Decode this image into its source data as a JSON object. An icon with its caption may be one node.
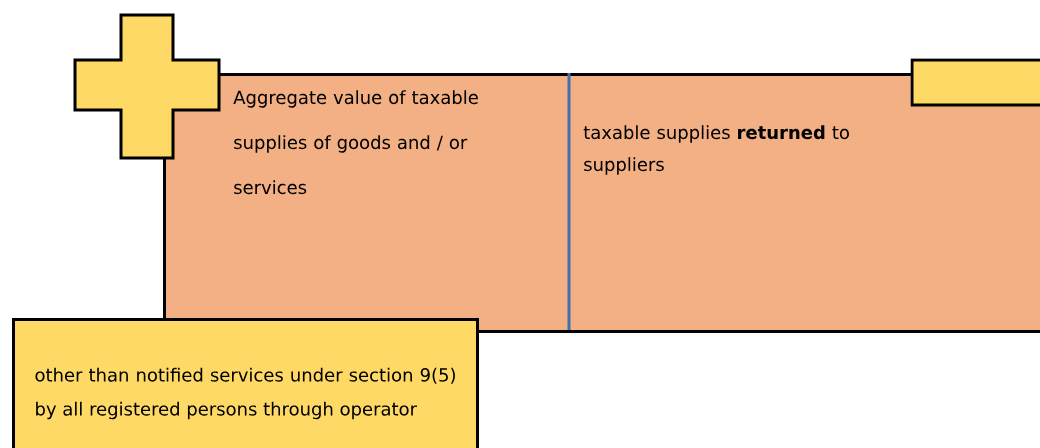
{
  "diagram": {
    "nodes": [
      {
        "text": [
          "Aggregate value of taxable supplies of goods and / or services",
          "taxable supplies **returned** to suppliers"
        ]
      },
      {
        "text": [
          "other than notified services under section 9(5) by all registered persons through operator"
        ]
      }
    ]
  }
}
